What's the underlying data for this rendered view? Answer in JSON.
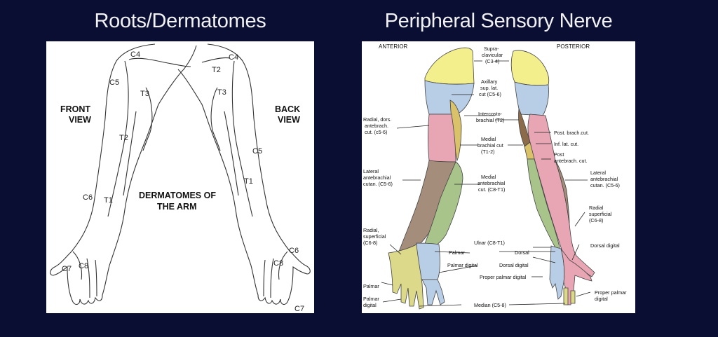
{
  "titles": {
    "left": "Roots/Dermatomes",
    "right": "Peripheral Sensory Nerve"
  },
  "dermatome": {
    "front_view": [
      "FRONT",
      "VIEW"
    ],
    "back_view": [
      "BACK",
      "VIEW"
    ],
    "caption": [
      "DERMATOMES OF",
      "THE ARM"
    ],
    "labels": {
      "c4_front": "C4",
      "c5_front": "C5",
      "t3_front": "T3",
      "t2_front": "T2",
      "c6_front": "C6",
      "t1_front": "T1",
      "c7_front": "C7",
      "c8_front": "C8",
      "c4_back": "C4",
      "t2_back": "T2",
      "t3_back": "T3",
      "c5_back": "C5",
      "t1_back": "T1",
      "c6_back": "C6",
      "c8_back": "C8",
      "c7_back": "C7"
    }
  },
  "nerves": {
    "anterior": "ANTERIOR",
    "posterior": "POSTERIOR",
    "colors": {
      "supraclavicular": "#f3ef8c",
      "axillary": "#b8cde6",
      "intercostobrachial": "#8b6b4a",
      "medial_brachial": "#d9c26a",
      "radial_posterior": "#e8a6b4",
      "lateral_antebrachial": "#a58d7c",
      "medial_antebrachial": "#a9c48a",
      "ulnar": "#b8cde6",
      "median": "#dcd98a"
    },
    "labels": {
      "supraclavicular": [
        "Supra-",
        "clavicular",
        "(C3-4)"
      ],
      "axillary": [
        "Axillary",
        "sup. lat.",
        "cut (C5-6)"
      ],
      "intercostobrachial": [
        "Intercosto-",
        "brachial (T2)"
      ],
      "radial_dors": [
        "Radial, dors.",
        "antebrach.",
        "cut. (c5-6)"
      ],
      "medial_brachial": [
        "Medial",
        "brachial cut",
        "(T1-2)"
      ],
      "lateral_antebrachial_l": [
        "Lateral",
        "antebrachial",
        "cutan. (C5-6)"
      ],
      "medial_antebrachial": [
        "Medial",
        "antebrachial",
        "cut. (C8-T1)"
      ],
      "post_brach": [
        "Post. brach.cut."
      ],
      "inf_lat": [
        "Inf. lat. cut."
      ],
      "post_antebrach": [
        "Post",
        "antebrach. cut."
      ],
      "lateral_antebrachial_r": [
        "Lateral",
        "antebrachial",
        "cutan. (C5-6)"
      ],
      "radial_superficial_r": [
        "Radial",
        "superficial",
        "(C6-8)"
      ],
      "radial_superficial_l": [
        "Radial,",
        "superficial",
        "(C6-8)"
      ],
      "ulnar": [
        "Ulnar (C8-T1)"
      ],
      "palmar_mid": [
        "Palmar"
      ],
      "palmar_digital_mid": [
        "Palmar digital"
      ],
      "dorsal": [
        "Dorsal"
      ],
      "dorsal_digital": [
        "Dorsal digital"
      ],
      "dorsal_digital_r": [
        "Dorsal digital"
      ],
      "proper_palmar_digital_mid": [
        "Proper palmar digital"
      ],
      "palmar_l": [
        "Palmar"
      ],
      "palmar_digital_l": [
        "Palmar",
        "digital"
      ],
      "proper_palmar_digital_r": [
        "Proper palmar",
        "digital"
      ],
      "median": [
        "Median (C5-8)"
      ]
    }
  }
}
